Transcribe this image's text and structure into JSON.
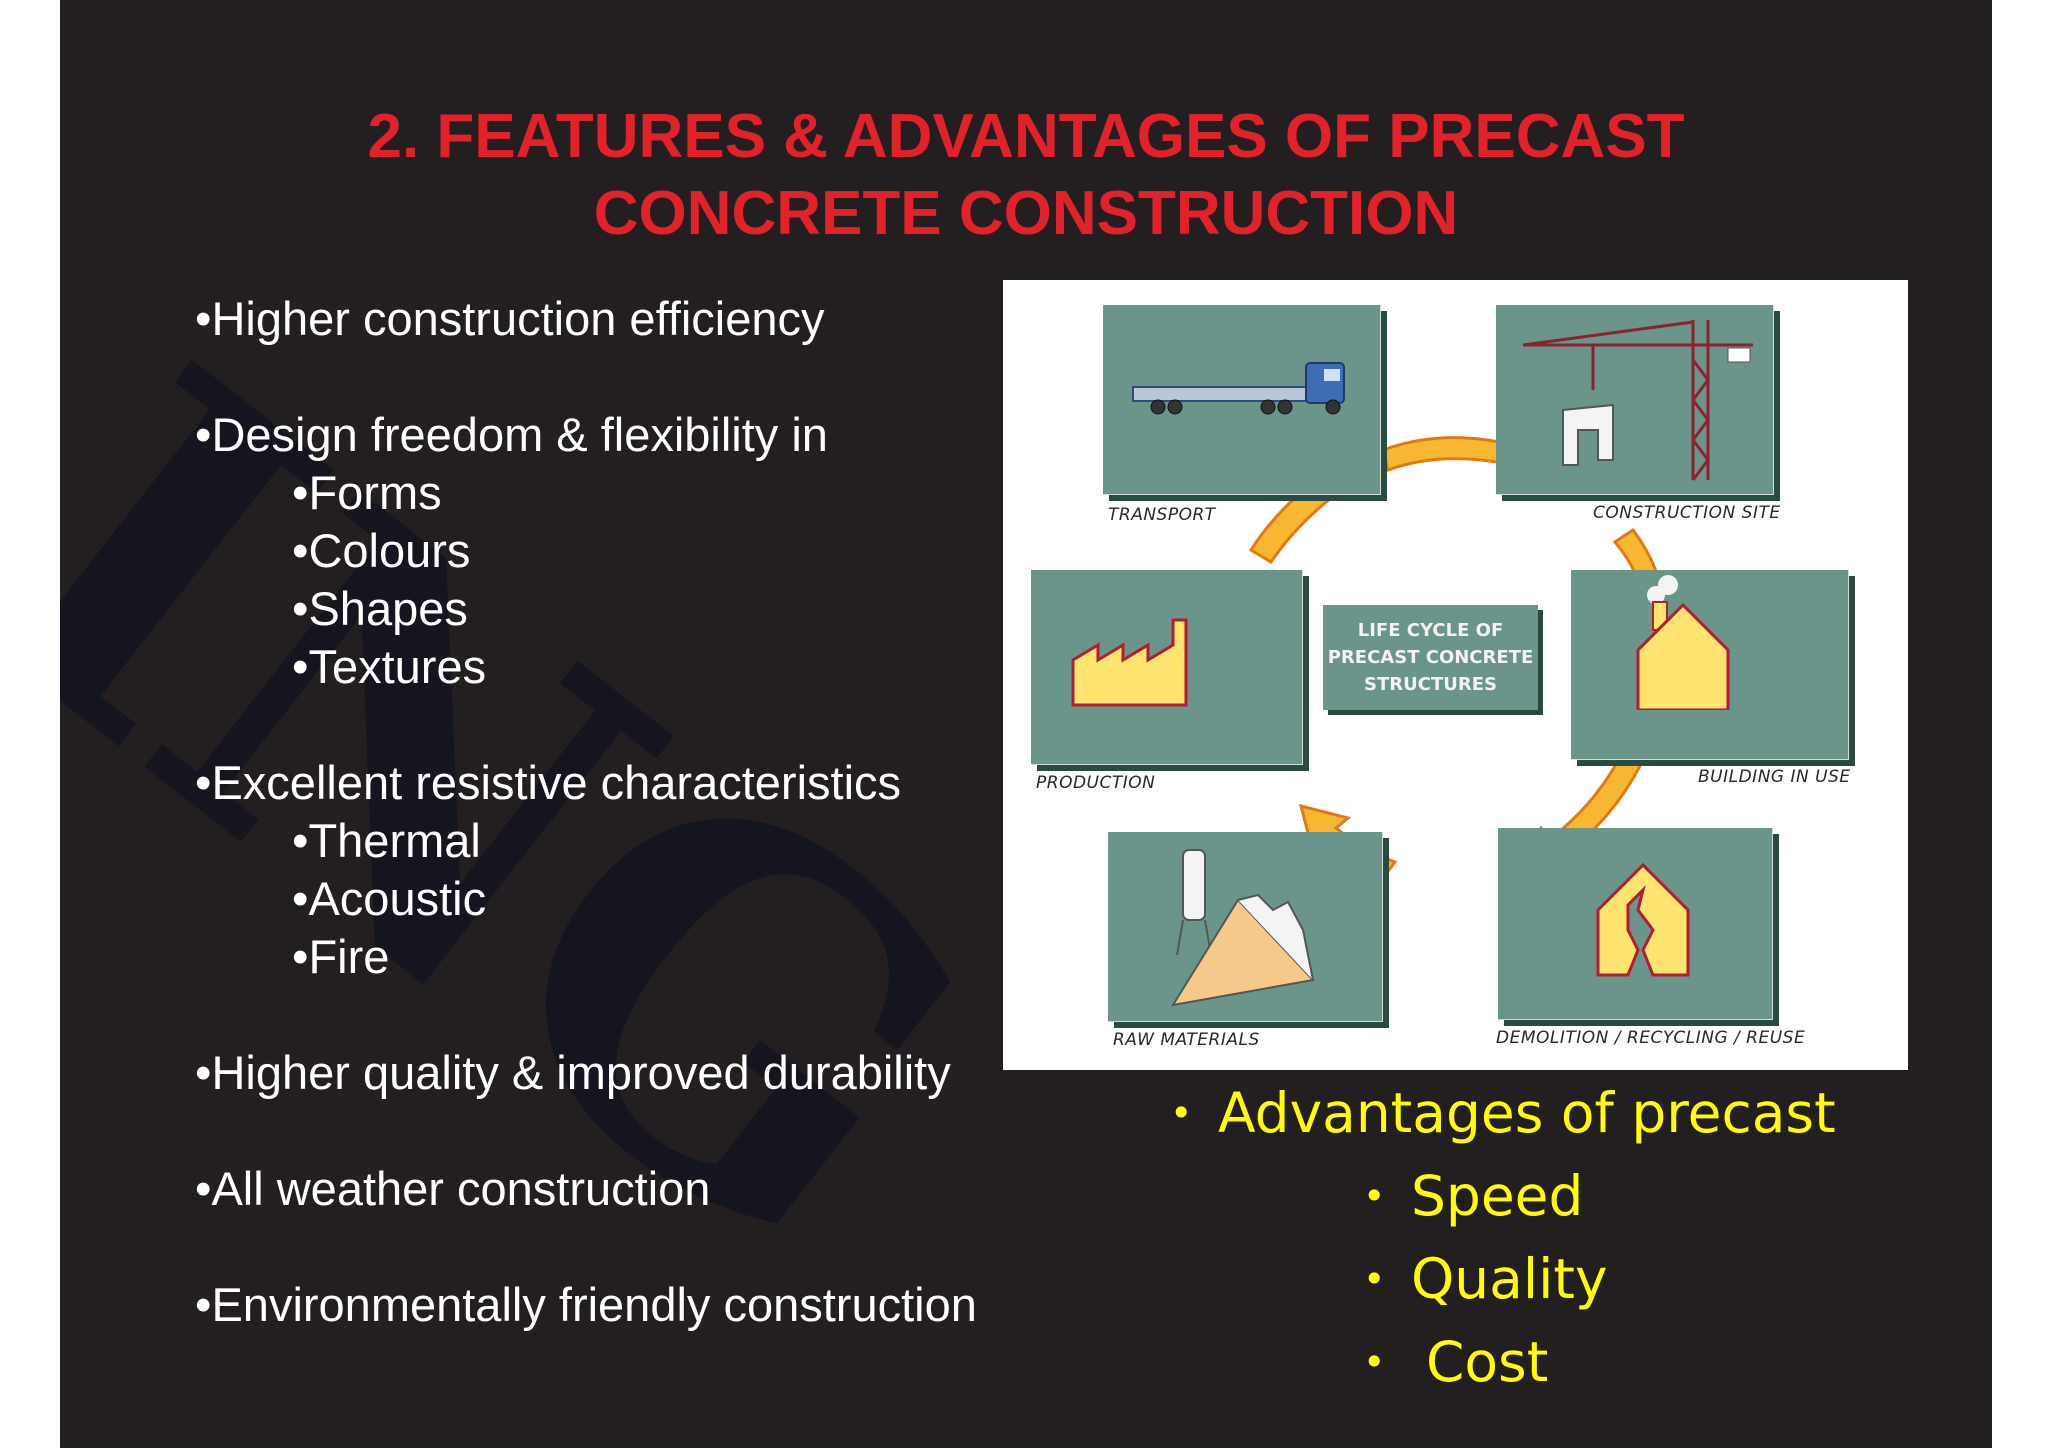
{
  "title": {
    "line1": "2. FEATURES & ADVANTAGES OF PRECAST",
    "line2": "CONCRETE CONSTRUCTION"
  },
  "watermark": "ING",
  "left_list": {
    "item1": "•Higher construction efficiency",
    "item2": "•Design freedom & flexibility in",
    "item2_subs": [
      "•Forms",
      "•Colours",
      "•Shapes",
      "•Textures"
    ],
    "item3": "•Excellent resistive characteristics",
    "item3_subs": [
      "•Thermal",
      "•Acoustic",
      "•Fire"
    ],
    "item4": "•Higher quality & improved durability",
    "item5": "•All weather construction",
    "item6": "•Environmentally friendly construction"
  },
  "figure": {
    "center": [
      "LIFE CYCLE OF",
      "PRECAST CONCRETE",
      "STRUCTURES"
    ],
    "labels": {
      "transport": "TRANSPORT",
      "construction_site": "CONSTRUCTION SITE",
      "production": "PRODUCTION",
      "building_in_use": "BUILDING IN USE",
      "raw_materials": "RAW MATERIALS",
      "demolition": "DEMOLITION / RECYCLING / REUSE"
    }
  },
  "advantages": {
    "heading": "Advantages of precast",
    "items": [
      "Speed",
      "Quality",
      "Cost"
    ],
    "bullet": "•"
  },
  "colors": {
    "background": "#231f20",
    "title": "#e1222b",
    "advantages": "#ffff00",
    "panel": "#6b958a",
    "arrow": "#f7b733"
  }
}
